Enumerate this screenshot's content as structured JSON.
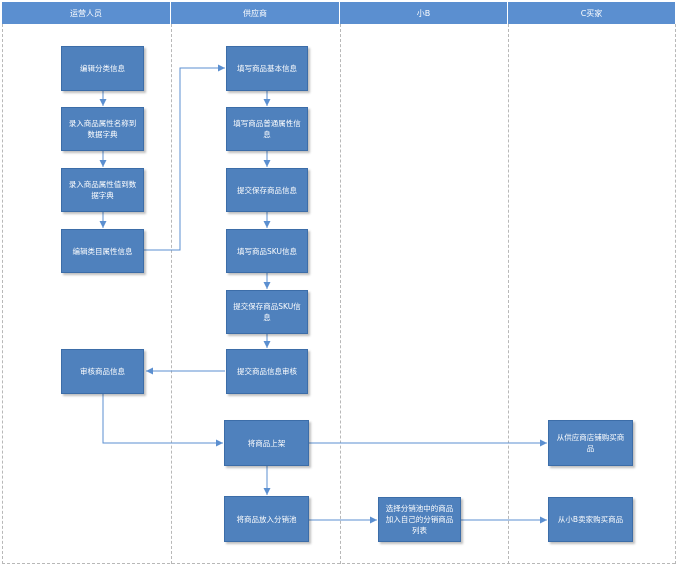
{
  "lanes": {
    "operator": "运营人员",
    "supplier": "供应商",
    "small_b": "小B",
    "c_buyer": "C买家"
  },
  "nodes": {
    "edit_category": "编辑分类信息",
    "attr_name": "录入商品属性名称到数据字典",
    "attr_value": "录入商品属性值到数据字典",
    "edit_category_attr": "编辑类目属性信息",
    "review_goods": "审核商品信息",
    "fill_basic": "填写商品基本信息",
    "fill_common_attr": "填写商品普通属性信息",
    "submit_goods": "提交保存商品信息",
    "fill_sku": "填写商品SKU信息",
    "submit_sku": "提交保存商品SKU信息",
    "submit_review": "提交商品信息审核",
    "shelve": "将商品上架",
    "into_pool": "将商品放入分销池",
    "select_pool": "选择分销池中的商品加入自己的分销商品列表",
    "buy_from_supplier": "从供应商店铺购买商品",
    "buy_from_small_b": "从小B卖家购买商品"
  },
  "colors": {
    "header": "#5b8fd0",
    "node": "#4f81bd",
    "edge": "#5b8fd0"
  }
}
